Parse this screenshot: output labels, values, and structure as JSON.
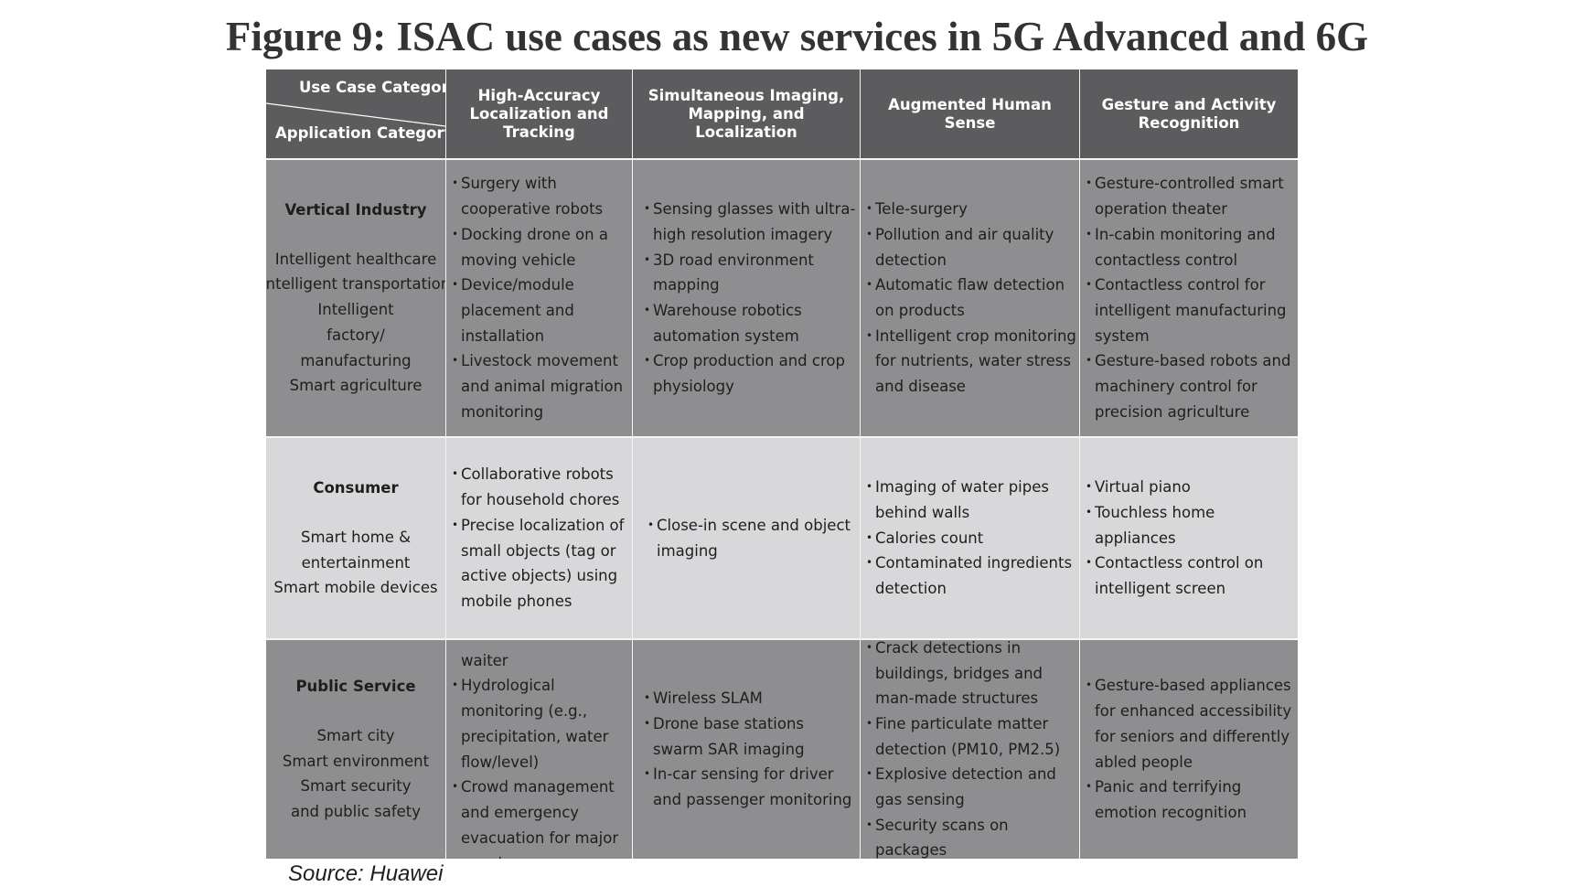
{
  "title": "Figure 9: ISAC use cases as new services in 5G Advanced and 6G",
  "source": "Source: Huawei",
  "colors": {
    "header_bg": "#5c5c5e",
    "row_dark_bg": "#8e8e90",
    "row_light_bg": "#d8d8da",
    "header_text": "#ffffff",
    "body_text": "#1e1e1e"
  },
  "table": {
    "corner": {
      "top": "Use Case Category",
      "bottom": "Application Category"
    },
    "columns": [
      "High-Accuracy Localization and Tracking",
      "Simultaneous Imaging, Mapping, and Localization",
      "Augmented Human Sense",
      "Gesture and Activity Recognition"
    ],
    "rows": [
      {
        "category": "Vertical Industry",
        "applications": [
          "Intelligent healthcare",
          "Intelligent transportation",
          "Intelligent factory/ manufacturing",
          "Smart agriculture"
        ],
        "cells": [
          [
            "Surgery with cooperative robots",
            "Docking drone on a moving vehicle",
            "Device/module placement and installation",
            "Livestock movement and animal migration monitoring"
          ],
          [
            "Sensing glasses with ultra-high resolution imagery",
            "3D road environment mapping",
            "Warehouse robotics automation system",
            "Crop production and crop physiology"
          ],
          [
            "Tele-surgery",
            "Pollution and air quality detection",
            "Automatic flaw detection on products",
            "Intelligent crop monitoring for nutrients, water stress and disease"
          ],
          [
            "Gesture-controlled smart operation theater",
            "In-cabin monitoring and contactless control",
            "Contactless control for intelligent manufacturing system",
            "Gesture-based robots and machinery control for precision agriculture"
          ]
        ]
      },
      {
        "category": "Consumer",
        "applications": [
          "Smart home & entertainment",
          "Smart mobile devices"
        ],
        "cells": [
          [
            "Collaborative robots for household chores",
            "Precise localization of small objects (tag or active objects) using mobile phones"
          ],
          [
            "Close-in scene and object imaging"
          ],
          [
            "Imaging of water pipes behind walls",
            "Calories count",
            "Contaminated ingredients detection"
          ],
          [
            "Virtual piano",
            "Touchless home appliances",
            "Contactless control on intelligent screen"
          ]
        ]
      },
      {
        "category": "Public Service",
        "applications": [
          "Smart city",
          "Smart environment",
          "Smart security and public safety"
        ],
        "cells": [
          [
            "Drone as robotic waiter",
            "Hydrological monitoring (e.g., precipitation, water flow/level)",
            "Crowd management and emergency evacuation for major events"
          ],
          [
            "Wireless SLAM",
            "Drone base stations swarm SAR imaging",
            "In-car sensing for driver and passenger monitoring"
          ],
          [
            "Crack detections in buildings, bridges and man-made structures",
            "Fine particulate matter detection (PM10, PM2.5)",
            "Explosive detection and gas sensing",
            "Security scans on packages"
          ],
          [
            "Gesture-based appliances for enhanced accessibility for seniors and differently abled people",
            "Panic and terrifying emotion recognition"
          ]
        ]
      }
    ]
  }
}
